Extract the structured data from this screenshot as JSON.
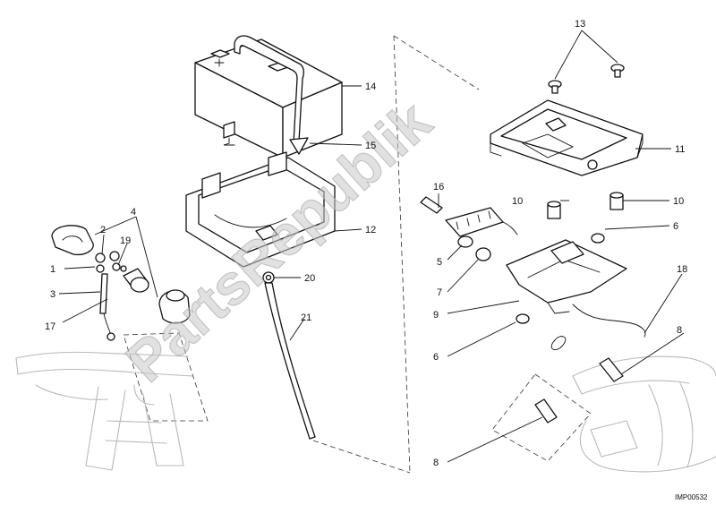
{
  "watermark": "PartsRepublik",
  "reference_code": "IMP00532",
  "callouts": {
    "c1": "1",
    "c2": "2",
    "c3": "3",
    "c4": "4",
    "c5": "5",
    "c6a": "6",
    "c6b": "6",
    "c7": "7",
    "c8a": "8",
    "c8b": "8",
    "c9": "9",
    "c10a": "10",
    "c10b": "10",
    "c11": "11",
    "c12": "12",
    "c13": "13",
    "c14": "14",
    "c15": "15",
    "c16": "16",
    "c17": "17",
    "c18": "18",
    "c19": "19",
    "c20": "20",
    "c21": "21"
  }
}
